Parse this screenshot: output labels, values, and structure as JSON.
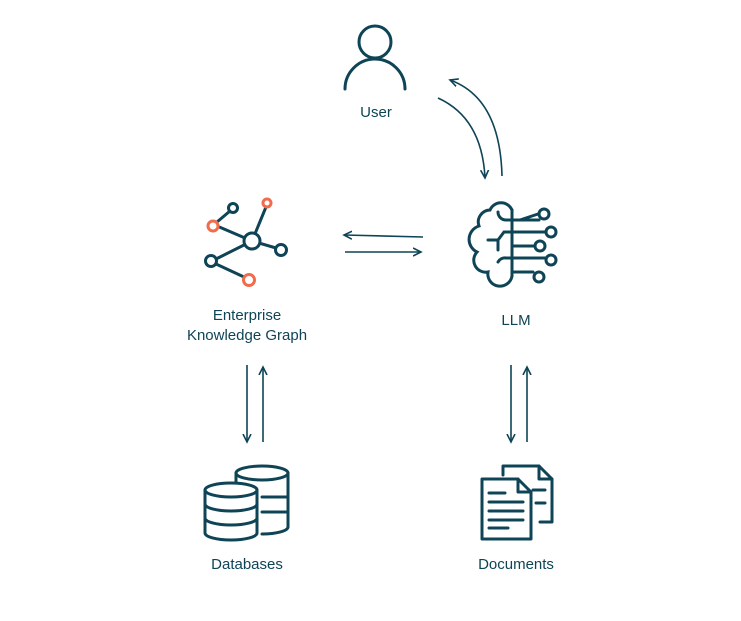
{
  "colors": {
    "primary": "#0e4456",
    "accent": "#f26b4a"
  },
  "nodes": {
    "user": "User",
    "llm": "LLM",
    "graph_line1": "Enterprise",
    "graph_line2": "Knowledge Graph",
    "databases": "Databases",
    "documents": "Documents"
  }
}
